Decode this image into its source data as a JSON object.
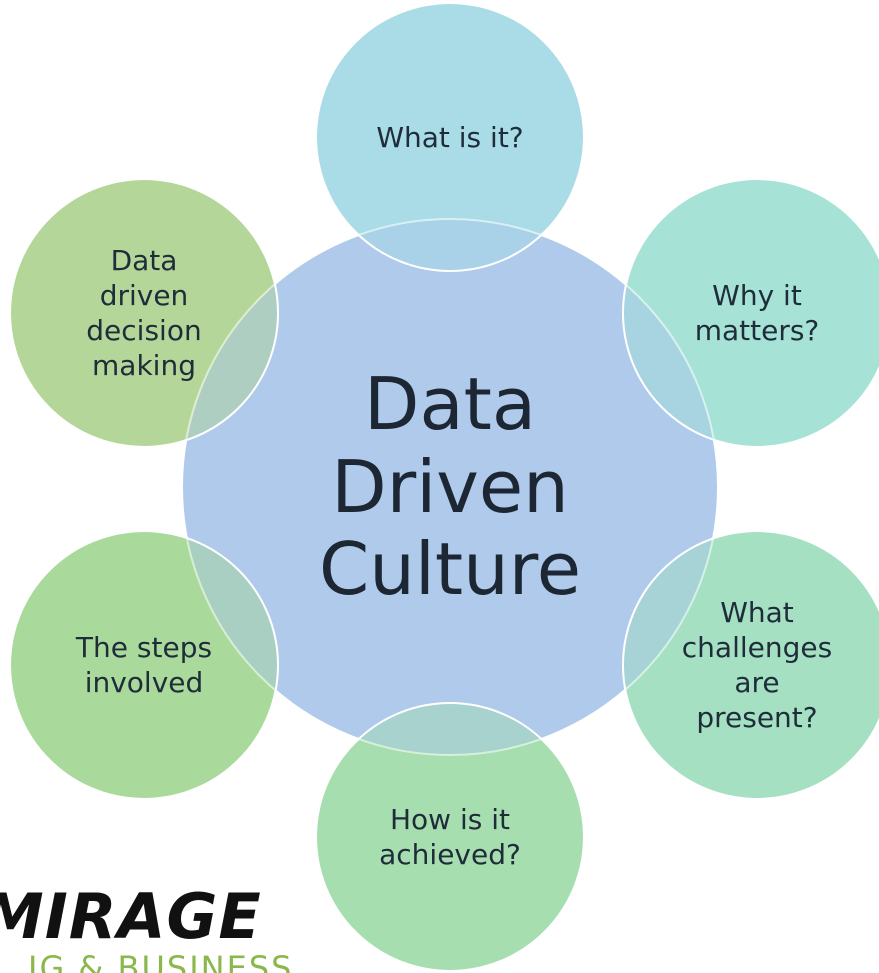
{
  "diagram": {
    "center": {
      "text": "Data\nDriven\nCulture",
      "fill": "#a9c6ea",
      "stroke": "#ffffff"
    },
    "satellites": [
      {
        "id": "what-is-it",
        "text": "What is it?",
        "fill": "#a9dce6"
      },
      {
        "id": "why-it-matters",
        "text": "Why it\nmatters?",
        "fill": "#a6e2d6"
      },
      {
        "id": "what-challenges",
        "text": "What\nchallenges\nare\npresent?",
        "fill": "#a5e1c1"
      },
      {
        "id": "how-achieved",
        "text": "How is it\nachieved?",
        "fill": "#a6deaf"
      },
      {
        "id": "steps-involved",
        "text": "The steps\ninvolved",
        "fill": "#a9d99c"
      },
      {
        "id": "decision-making",
        "text": "Data\ndriven\ndecision\nmaking",
        "fill": "#b5d69a"
      }
    ]
  },
  "logo": {
    "main": "MIRAGE",
    "sub": "IG & BUSINESS",
    "main_color": "#111111",
    "sub_color": "#8ab84c"
  }
}
